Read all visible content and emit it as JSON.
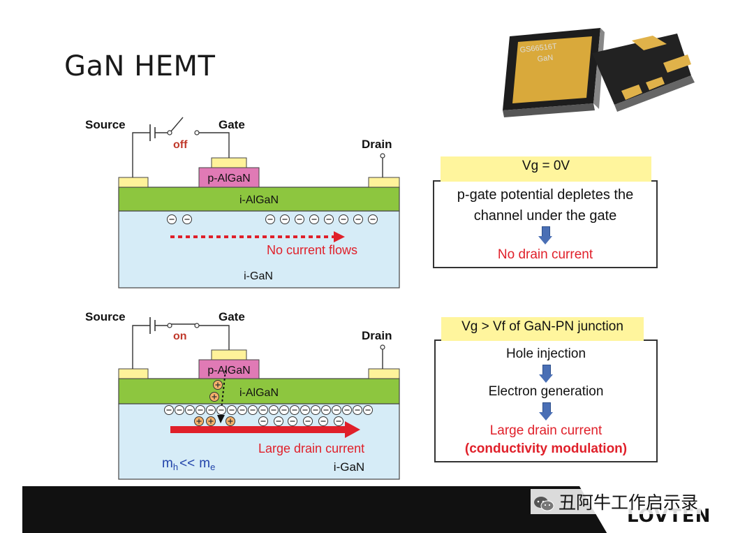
{
  "title": "GaN HEMT",
  "off_state": {
    "source_label": "Source",
    "gate_label": "Gate",
    "drain_label": "Drain",
    "switch_label": "off",
    "p_algan": "p-AlGaN",
    "i_algan": "i-AlGaN",
    "i_gan": "i-GaN",
    "current_text": "No current flows"
  },
  "on_state": {
    "source_label": "Source",
    "gate_label": "Gate",
    "drain_label": "Drain",
    "switch_label": "on",
    "p_algan": "p-AlGaN",
    "i_algan": "i-AlGaN",
    "i_gan": "i-GaN",
    "current_text": "Large drain current",
    "mobility": "<<",
    "mobility_h_sym": "m",
    "mobility_h_sub": "h",
    "mobility_e_sym": "m",
    "mobility_e_sub": "e"
  },
  "panel_off": {
    "header": "Vg = 0V",
    "line1": "p-gate potential depletes the",
    "line2": "channel under the gate",
    "result": "No drain current"
  },
  "panel_on": {
    "header": "Vg > Vf of GaN-PN junction",
    "step1": "Hole injection",
    "step2": "Electron generation",
    "result1": "Large drain current",
    "result2": "(conductivity modulation)"
  },
  "chip_marking": "GS66516T",
  "chip_marking2": "GaN",
  "footer": {
    "wechat": "丑阿牛工作启示录",
    "brand": "LOVTEN"
  },
  "colors": {
    "algan_green": "#8dc63f",
    "gan_blue": "#d6ecf7",
    "p_algan_pink": "#e07ab5",
    "contact_yellow": "#fff29a",
    "red": "#e0202a",
    "panel_header": "#fff59d"
  }
}
